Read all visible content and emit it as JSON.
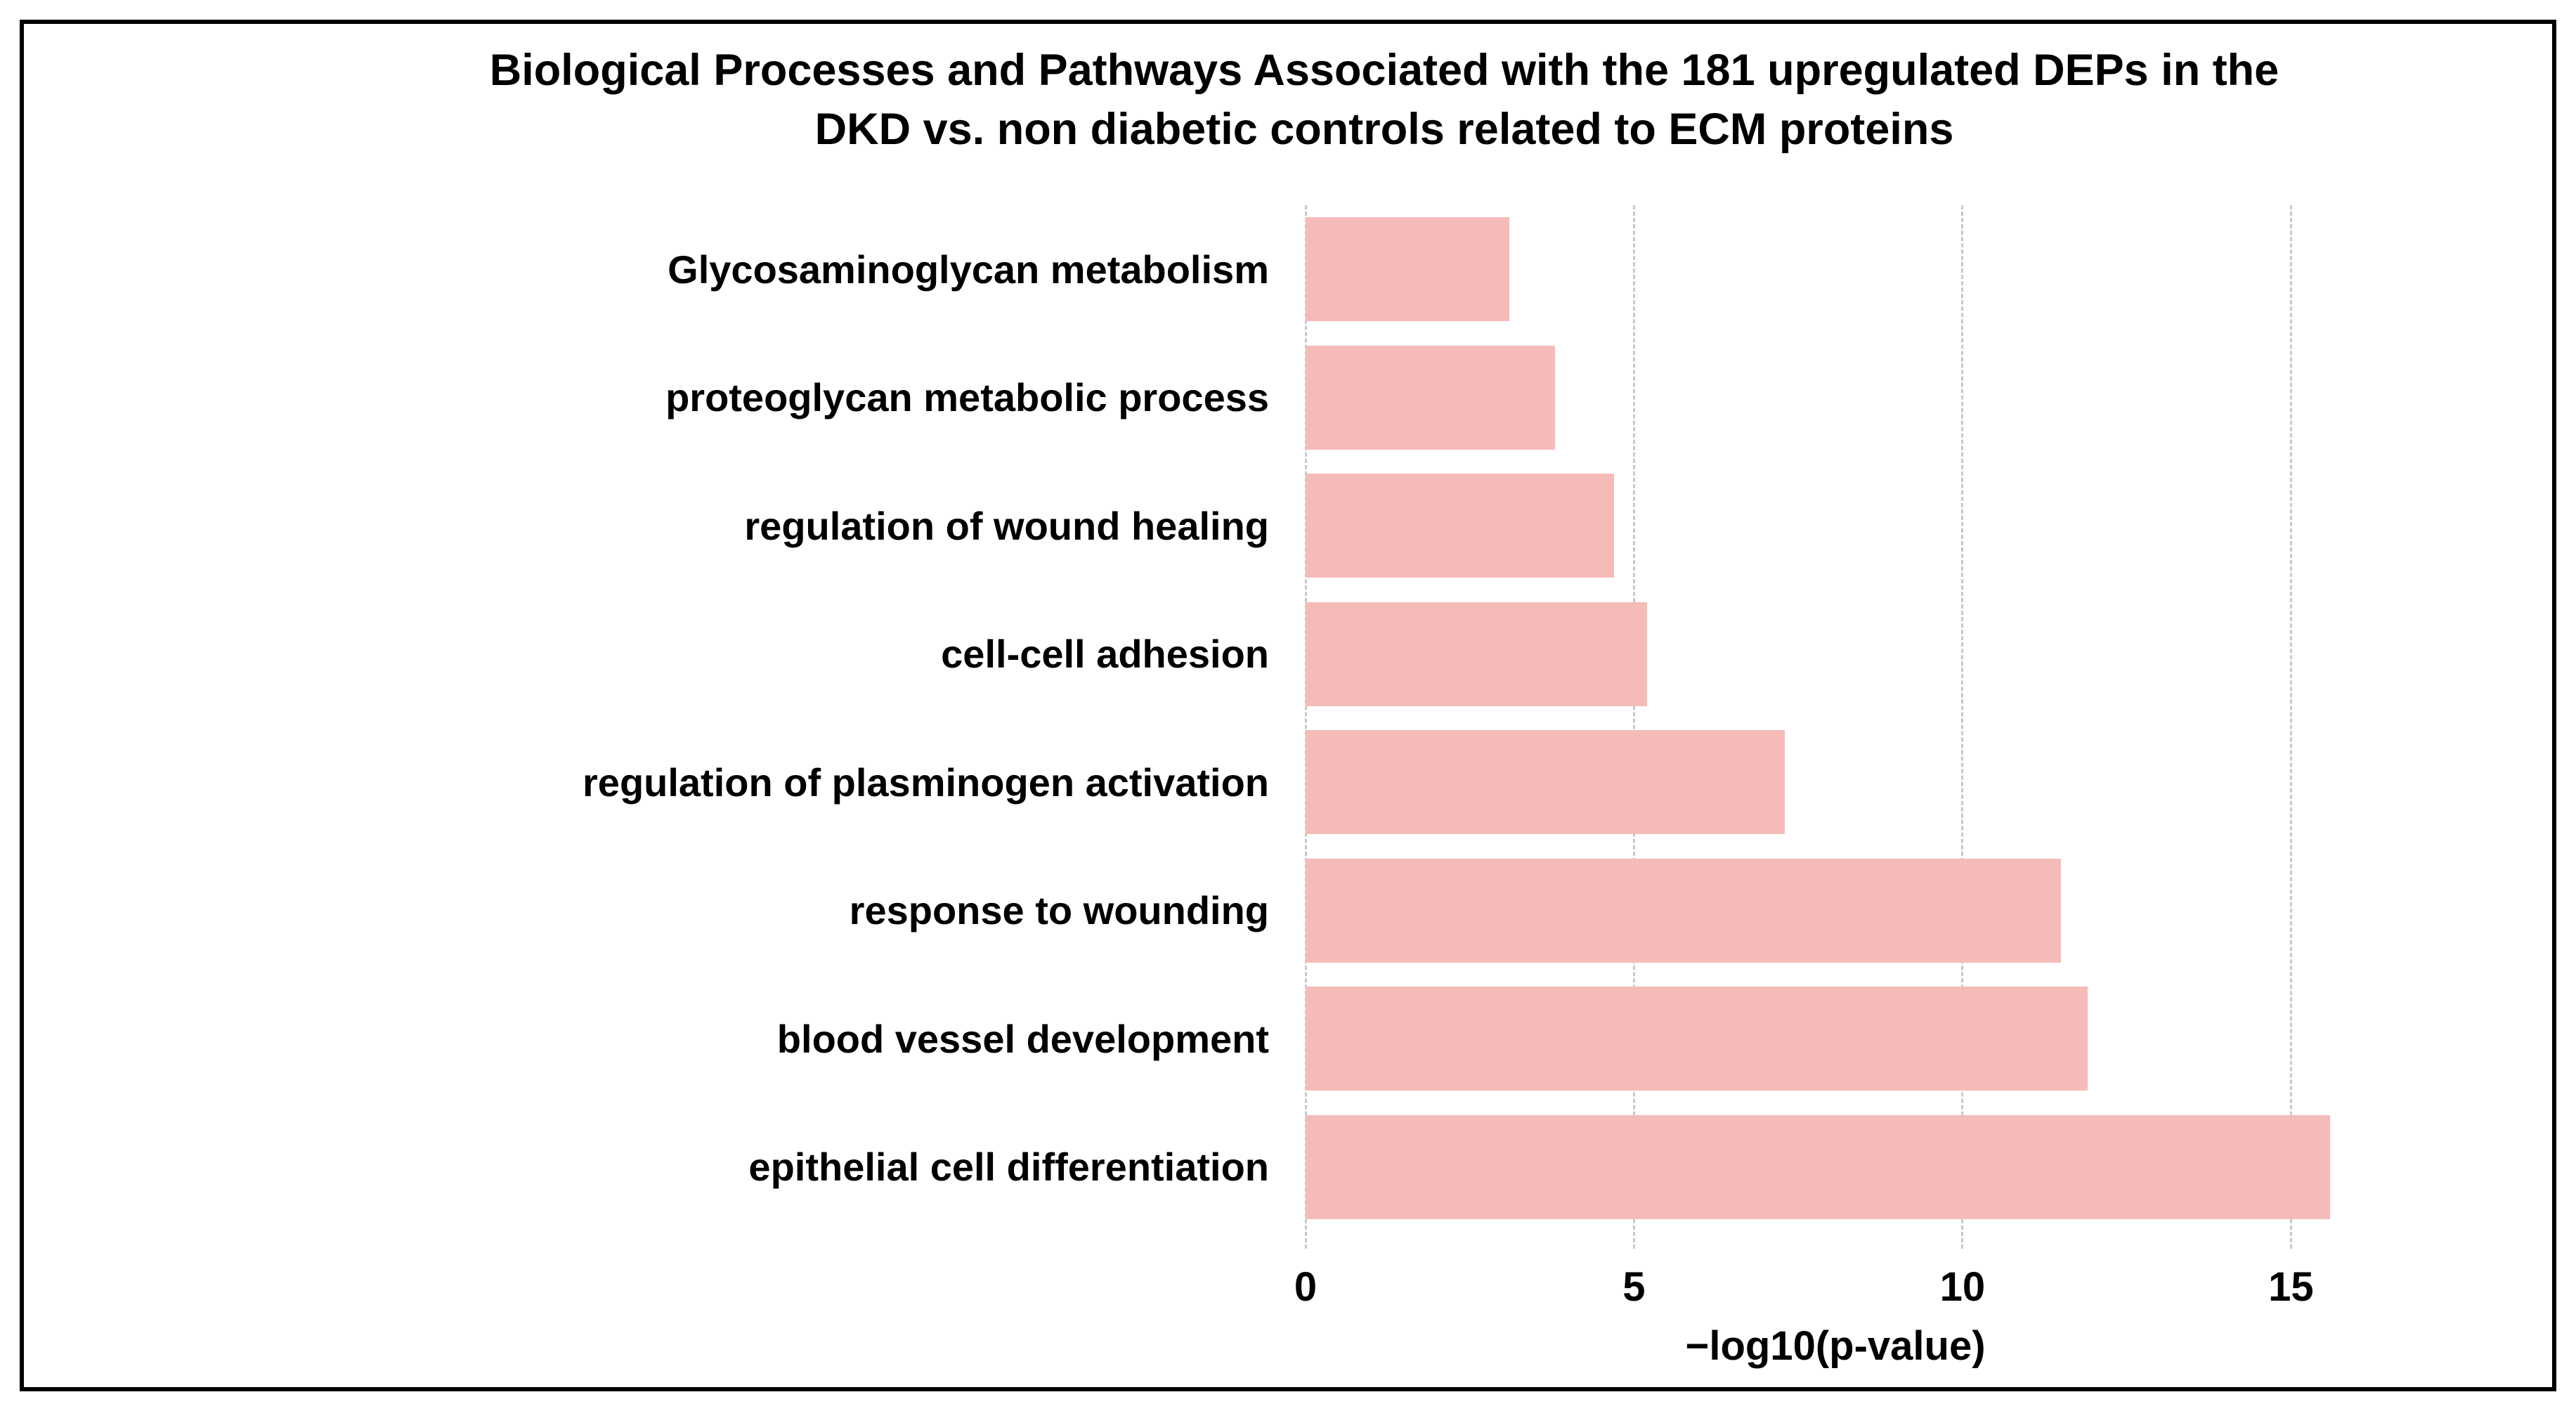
{
  "title": {
    "line1": "Biological Processes and Pathways Associated with the 181 upregulated DEPs in the",
    "line2": "DKD vs. non diabetic controls related to ECM proteins"
  },
  "chart_data": {
    "type": "bar",
    "orientation": "horizontal",
    "title": "Biological Processes and Pathways Associated with the 181 upregulated DEPs in the DKD vs. non diabetic controls related to ECM proteins",
    "xlabel": "−log10(p-value)",
    "categories": [
      "Glycosaminoglycan metabolism",
      "proteoglycan metabolic process",
      "regulation of wound healing",
      "cell-cell adhesion",
      "regulation of plasminogen activation",
      "response to wounding",
      "blood vessel development",
      "epithelial cell differentiation"
    ],
    "values": [
      3.1,
      3.8,
      4.7,
      5.2,
      7.3,
      11.5,
      11.9,
      15.6
    ],
    "xticks": [
      0,
      5,
      10,
      15
    ],
    "xlim": [
      0,
      16.13
    ],
    "grid": true,
    "legend": "none",
    "bar_color": "#f5bbb9",
    "gridline_color": "#c9c9c9",
    "frame_color": "#000000",
    "background_color": "#ffffff"
  }
}
